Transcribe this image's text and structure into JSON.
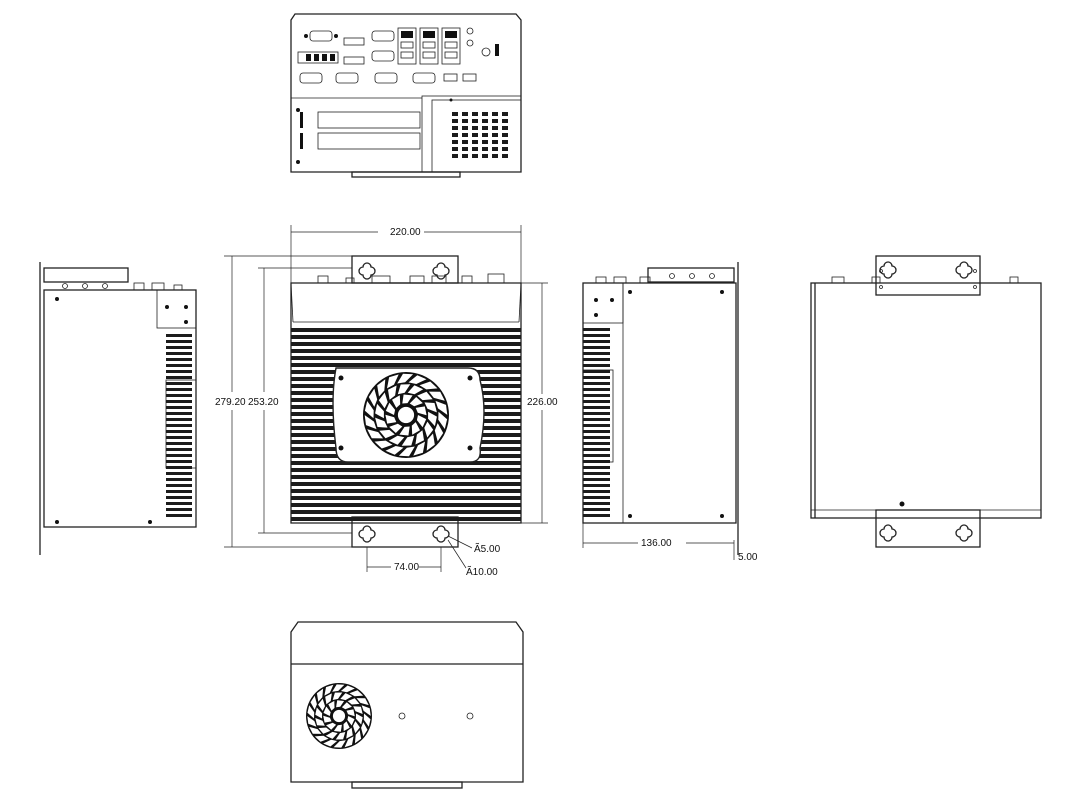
{
  "dimensions": {
    "width_220": "220.00",
    "height_279": "279.20",
    "height_253": "253.20",
    "height_226": "226.00",
    "hole_spacing_74": "74.00",
    "hole_dia_5": "Ã5.00",
    "hole_dia_10": "Ã10.00",
    "depth_136": "136.00",
    "bracket_5": "5.00"
  },
  "colors": {
    "line": "#222222",
    "background": "#ffffff"
  }
}
